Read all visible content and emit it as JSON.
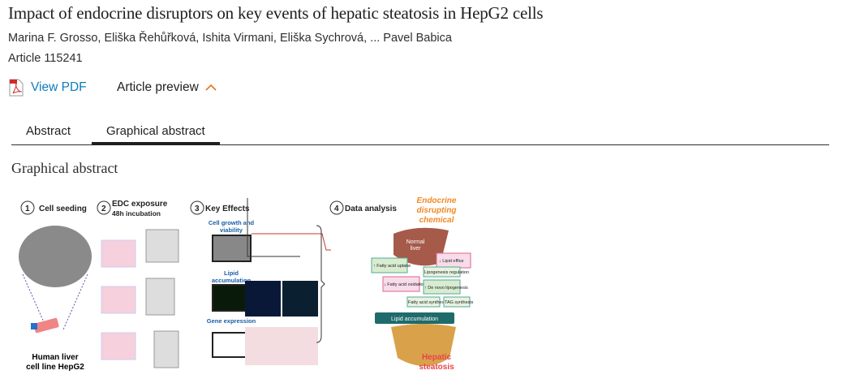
{
  "article": {
    "title": "Impact of endocrine disruptors on key events of hepatic steatosis in HepG2 cells",
    "authors": "Marina F. Grosso, Eliška Řehůřková, Ishita Virmani, Eliška Sychrová, ... Pavel Babica",
    "article_number": "Article 115241"
  },
  "actions": {
    "view_pdf": "View PDF",
    "article_preview": "Article preview"
  },
  "tabs": [
    {
      "label": "Abstract",
      "active": false
    },
    {
      "label": "Graphical abstract",
      "active": true
    }
  ],
  "section_heading": "Graphical abstract",
  "figure": {
    "step1_num": "1",
    "step1": "Cell seeding",
    "step2_num": "2",
    "step2": "EDC exposure",
    "step2_sub": "48h incubation",
    "step3_num": "3",
    "step3": "Key Effects",
    "step4_num": "4",
    "step4": "Data analysis",
    "cell_growth_1": "Cell growth and",
    "cell_growth_2": "viability",
    "lipid_1": "Lipid",
    "lipid_2": "accumulation",
    "gene_expression": "Gene expression",
    "hepg2_1": "Human liver",
    "hepg2_2": "cell line HepG2",
    "edc_1": "Endocrine",
    "edc_2": "disrupting",
    "edc_3": "chemical",
    "normal_liver_1": "Normal",
    "normal_liver_2": "liver",
    "fa_uptake": "↑ Fatty acid uptake",
    "lipid_efflux": "↓ Lipid efflux",
    "fa_oxidation": "↓ Fatty acid oxidation",
    "lipogenesis_reg": "Lipogenesis regulation",
    "de_novo": "↑ De novo lipogenesis",
    "fa_synthesis": "Fatty acid synthesis",
    "tag_synthesis": "TAG synthesis",
    "lipid_accumulation_box": "Lipid accumulation",
    "steatosis_1": "Hepatic",
    "steatosis_2": "steatosis"
  },
  "colors": {
    "link": "#0c7dbb",
    "accent": "#e9711c",
    "teal": "#1f6b6b",
    "red_label": "#e8424a"
  }
}
